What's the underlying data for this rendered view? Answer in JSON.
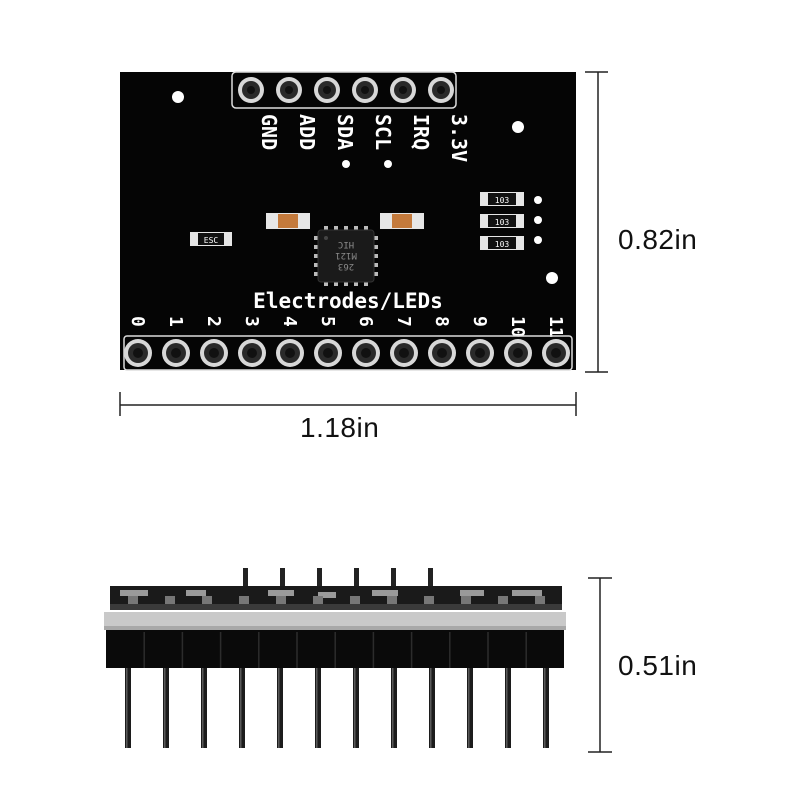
{
  "dimensions": {
    "height": "0.82in",
    "width": "1.18in",
    "side_height": "0.51in"
  },
  "board": {
    "top_header_labels": [
      "GND",
      "ADD",
      "SDA",
      "SCL",
      "IRQ",
      "3.3V"
    ],
    "silkscreen_title": "Electrodes/LEDs",
    "electrode_numbers": [
      "0",
      "1",
      "2",
      "3",
      "4",
      "5",
      "6",
      "7",
      "8",
      "9",
      "10",
      "11"
    ],
    "resistor_code": "103",
    "left_part_code": "ESC",
    "chip_marking": [
      "263",
      "M121",
      "HIC"
    ]
  },
  "colors": {
    "pcb": "#050505",
    "silkscreen": "#ffffff",
    "header_plastic": "#0a0a0a",
    "pin_metal": "#bdbdbd"
  }
}
